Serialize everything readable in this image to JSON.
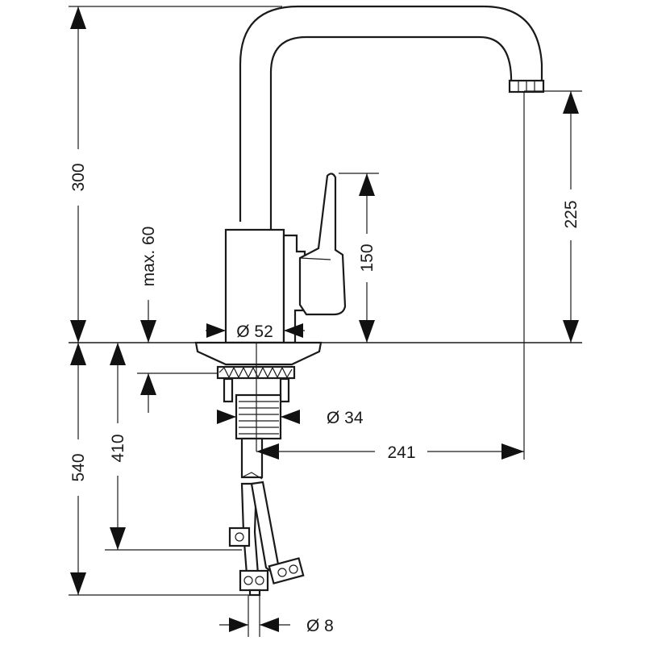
{
  "dimensions": {
    "total_height": "300",
    "spout_height": "225",
    "lever_height": "150",
    "max_thickness": "max. 60",
    "base_diameter": "Ø 52",
    "thread_diameter": "Ø 34",
    "reach": "241",
    "hose_length": "540",
    "hose_min": "410",
    "hose_diameter": "Ø 8"
  },
  "colors": {
    "line": "#1a1a1a",
    "background": "#ffffff"
  }
}
